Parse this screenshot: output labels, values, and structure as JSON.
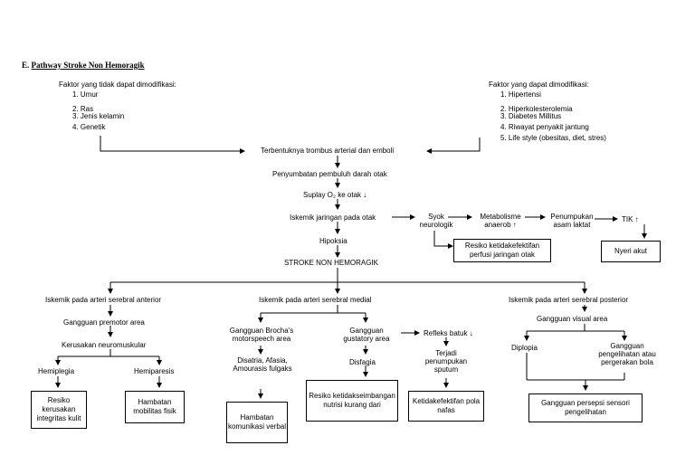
{
  "section_letter": "E.",
  "title": "Pathway Stroke Non Hemoragik",
  "left_factors": {
    "heading": "Faktor yang tidak dapat dimodifikasi:",
    "items": [
      "1.  Umur",
      "2.  Ras",
      "3.  Jenis kelamin",
      "4.  Genetik"
    ]
  },
  "right_factors": {
    "heading": "Faktor yang dapat dimodifikasi:",
    "items": [
      "1.  Hipertensi",
      "2.  Hiperkolesterolemia",
      "3.  Diabetes Millitus",
      "4.  Riwayat penyakit jantung",
      "5.  Life style (obesitas, diet, stres)"
    ]
  },
  "center": {
    "thrombus": "Terbentuknya trombus arterial dan emboli",
    "occlusion": "Penyumbatan pembuluh darah otak",
    "supply": "Suplay O₂ ke otak ↓",
    "ischemia": "Iskemik jaringan pada otak",
    "hypoxia": "Hipoksia",
    "stroke": "STROKE NON HEMORAGIK"
  },
  "right_chain": {
    "shock": "Syok neurologik",
    "metabolism": "Metabolisme anaerob ↑",
    "lactate": "Penumpukan asam laktat",
    "tik": "TIK ↑",
    "perfusion_risk": "Resiko ketidakefektifan perfusi jaringan otak",
    "pain": "Nyeri akut"
  },
  "branch_anterior": {
    "title": "Iskemik pada arteri serebral anterior",
    "premotor": "Gangguan premotor area",
    "neuromuscular": "Kerusakan neuromuskular",
    "hemiplegia": "Hemiplegia",
    "hemiparesis": "Hemiparesis",
    "risk_skin": "Resiko kerusakan integritas kulit",
    "mobility": "Hambatan mobilitas fisik"
  },
  "branch_medial": {
    "title": "Iskemik pada arteri serebral medial",
    "broca": "Gangguan Brocha's motorspeech area",
    "aphasia": "Disatria, Afasia, Amourasis fulgaks",
    "verbal": "Hambatan komunikasi verbal",
    "gustatory": "Gangguan gustatory area",
    "dysphagia": "Disfagia",
    "nutrition": "Resiko ketidakseimbangan nutrisi kurang dari",
    "cough": "Refleks batuk ↓",
    "sputum": "Terjadi penumpukan sputum",
    "breathing": "Ketidakefektifan pola nafas"
  },
  "branch_posterior": {
    "title": "Iskemik pada arteri serebral posterior",
    "visual": "Gangguan visual area",
    "diplopia": "Diplopia",
    "vision": "Gangguan pengelihatan atau pergerakan bola",
    "perception": "Gangguan persepsi sensori pengelihatan"
  }
}
